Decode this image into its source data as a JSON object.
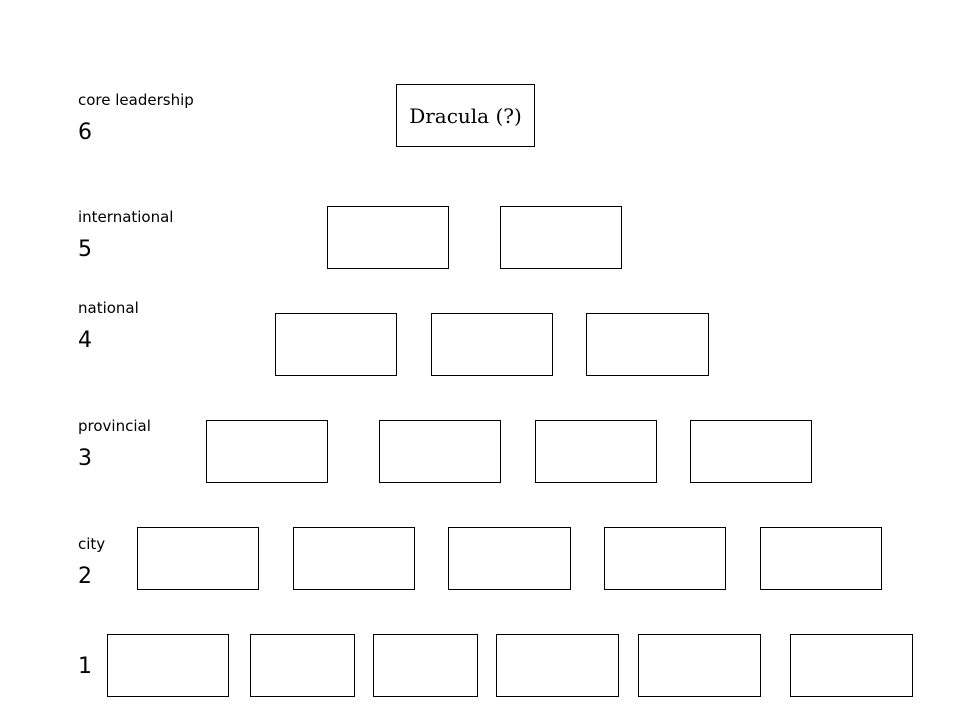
{
  "levels": [
    {
      "name": "core leadership",
      "number": "6",
      "boxes": [
        "Dracula (?)"
      ]
    },
    {
      "name": "international",
      "number": "5",
      "boxes": [
        "",
        ""
      ]
    },
    {
      "name": "national",
      "number": "4",
      "boxes": [
        "",
        "",
        ""
      ]
    },
    {
      "name": "provincial",
      "number": "3",
      "boxes": [
        "",
        "",
        "",
        ""
      ]
    },
    {
      "name": "city",
      "number": "2",
      "boxes": [
        "",
        "",
        "",
        "",
        ""
      ]
    },
    {
      "name": "",
      "number": "1",
      "boxes": [
        "",
        "",
        "",
        "",
        "",
        ""
      ]
    }
  ]
}
